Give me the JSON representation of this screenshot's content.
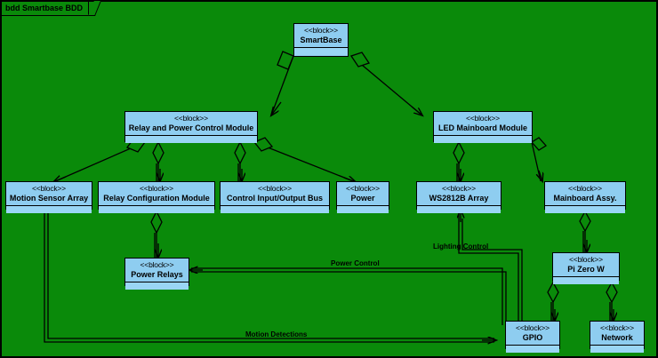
{
  "diagram": {
    "kind": "bdd",
    "title": "bdd Smartbase BDD",
    "stereotype": "<<block>>",
    "colors": {
      "canvas": "#0a8a0a",
      "block_fill": "#8ecdf0",
      "block_compartment": "#9ad6f5",
      "line": "#000000"
    }
  },
  "blocks": [
    {
      "id": "smartbase",
      "name": "SmartBase",
      "stereotype": "<<block>>"
    },
    {
      "id": "relay_pcm",
      "name": "Relay and Power Control Module",
      "stereotype": "<<block>>"
    },
    {
      "id": "led_mb",
      "name": "LED Mainboard Module",
      "stereotype": "<<block>>"
    },
    {
      "id": "motion",
      "name": "Motion Sensor Array",
      "stereotype": "<<block>>"
    },
    {
      "id": "relay_cfg",
      "name": "Relay Configuration Module",
      "stereotype": "<<block>>"
    },
    {
      "id": "cio_bus",
      "name": "Control Input/Output Bus",
      "stereotype": "<<block>>"
    },
    {
      "id": "power",
      "name": "Power",
      "stereotype": "<<block>>"
    },
    {
      "id": "ws2812b",
      "name": "WS2812B Array",
      "stereotype": "<<block>>"
    },
    {
      "id": "mainboard",
      "name": "Mainboard Assy.",
      "stereotype": "<<block>>"
    },
    {
      "id": "relays",
      "name": "Power Relays",
      "stereotype": "<<block>>"
    },
    {
      "id": "pizero",
      "name": "Pi Zero W",
      "stereotype": "<<block>>"
    },
    {
      "id": "gpio",
      "name": "GPIO",
      "stereotype": "<<block>>"
    },
    {
      "id": "network",
      "name": "Network",
      "stereotype": "<<block>>"
    }
  ],
  "compositions": [
    {
      "from": "smartbase",
      "to": "relay_pcm"
    },
    {
      "from": "smartbase",
      "to": "led_mb"
    },
    {
      "from": "relay_pcm",
      "to": "motion"
    },
    {
      "from": "relay_pcm",
      "to": "relay_cfg"
    },
    {
      "from": "relay_pcm",
      "to": "cio_bus"
    },
    {
      "from": "relay_pcm",
      "to": "power"
    },
    {
      "from": "led_mb",
      "to": "ws2812b"
    },
    {
      "from": "led_mb",
      "to": "mainboard"
    },
    {
      "from": "relay_cfg",
      "to": "relays"
    },
    {
      "from": "mainboard",
      "to": "pizero"
    },
    {
      "from": "pizero",
      "to": "gpio"
    },
    {
      "from": "pizero",
      "to": "network"
    }
  ],
  "flows": [
    {
      "id": "lighting",
      "label": "Lighting Control",
      "from": "gpio",
      "to": "ws2812b"
    },
    {
      "id": "powerctl",
      "label": "Power Control",
      "from": "gpio",
      "to": "relays"
    },
    {
      "id": "motiondet",
      "label": "Motion Detections",
      "from": "motion",
      "to": "gpio"
    }
  ]
}
